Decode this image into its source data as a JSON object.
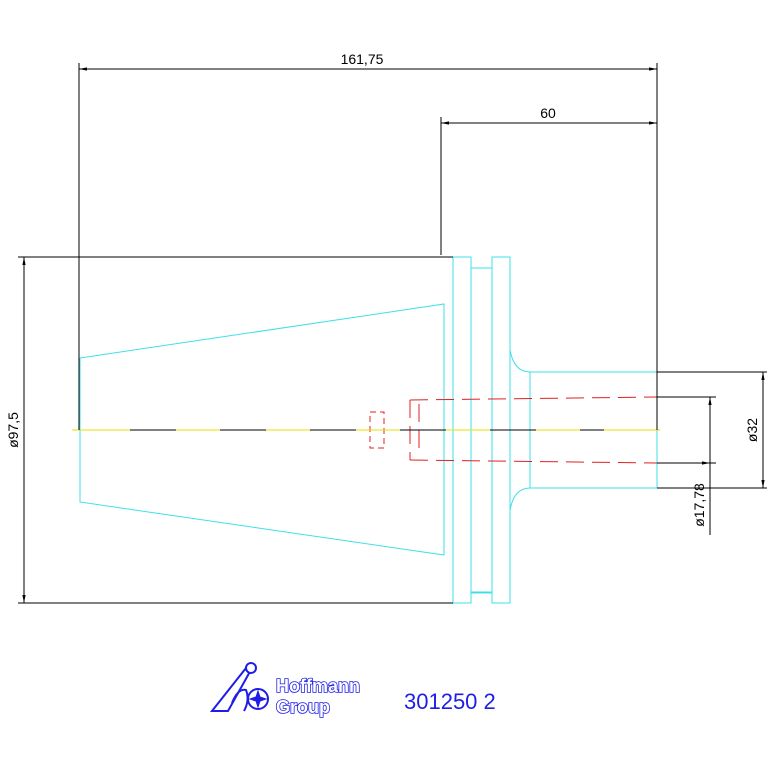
{
  "colors": {
    "outline": "#3fe0e8",
    "dimension": "#000000",
    "centerline": "#e8e000",
    "hidden": "#e02020",
    "brand": "#1e1ee6"
  },
  "dimensions": {
    "overall_length": "161,75",
    "shank_length": "60",
    "flange_diameter": "ø97,5",
    "shank_diameter": "ø32",
    "bore_diameter": "ø17,78"
  },
  "logo": {
    "line1": "Hoffmann",
    "line2": "Group"
  },
  "part_number": "301250 2"
}
